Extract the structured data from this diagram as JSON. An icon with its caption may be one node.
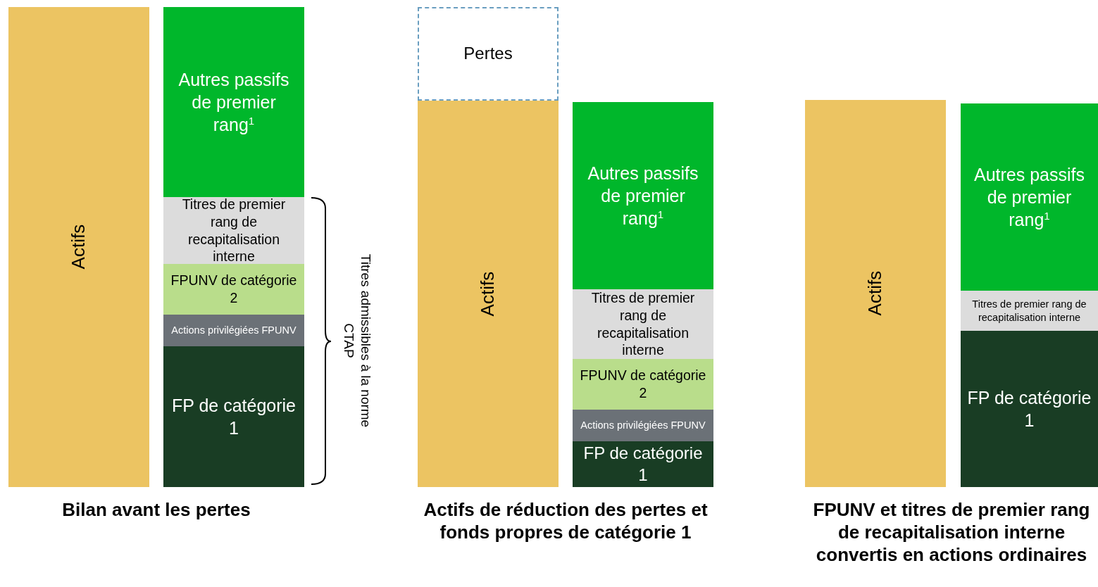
{
  "diagram": {
    "nodes": [
      {
        "text": [
          "Actifs"
        ]
      },
      {
        "text": [
          "Autres passifs de premier rang$^{1}$"
        ]
      },
      {
        "text": [
          "Titres de premier rang de recapitalisation interne"
        ]
      },
      {
        "text": [
          "FPUNV de catégorie 2"
        ]
      },
      {
        "text": [
          "Actions privilégiées FPUNV"
        ]
      },
      {
        "text": [
          "FP de catégorie 1"
        ]
      },
      {
        "text": [
          "Pertes"
        ]
      },
      {
        "text": [
          "Actifs"
        ]
      },
      {
        "text": [
          "Autres passifs de premier rang$^{1}$"
        ]
      },
      {
        "text": [
          "Titres de premier rang de recapitalisation interne"
        ]
      },
      {
        "text": [
          "FPUNV de catégorie 2"
        ]
      },
      {
        "text": [
          "Actions privilégiées FPUNV"
        ]
      },
      {
        "text": [
          "FP de catégorie 1"
        ]
      },
      {
        "text": [
          "Actifs"
        ]
      },
      {
        "text": [
          "Autres passifs de premier rang$^{1}$"
        ]
      },
      {
        "text": [
          "Titres de premier rang de recapitalisation interne"
        ]
      },
      {
        "text": [
          "FP de catégorie 1"
        ]
      }
    ],
    "labels": [
      "Titres admissibles à la norme CTAP",
      "Bilan avant les pertes",
      "Actifs de réduction des pertes et fonds propres de catégorie 1",
      "FPUNV et titres de premier rang de recapitalisation interne convertis en actions ordinaires"
    ]
  }
}
